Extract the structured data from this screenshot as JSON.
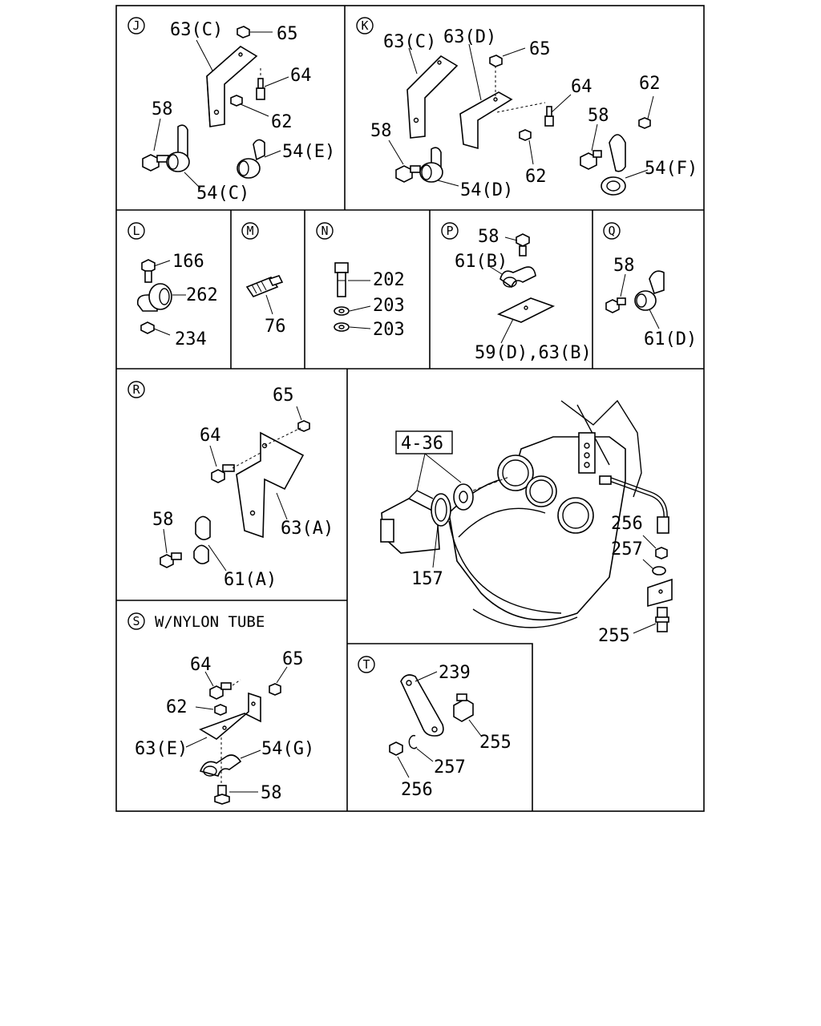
{
  "panels": {
    "J": {
      "letter": "J",
      "labels": {
        "l63c": "63(C)",
        "l65": "65",
        "l64": "64",
        "l62": "62",
        "l58": "58",
        "l54e": "54(E)",
        "l54c": "54(C)"
      }
    },
    "K": {
      "letter": "K",
      "labels": {
        "l63c": "63(C)",
        "l63d": "63(D)",
        "l65": "65",
        "l64": "64",
        "l62a": "62",
        "l58a": "58",
        "l58b": "58",
        "l62b": "62",
        "l54d": "54(D)",
        "l54f": "54(F)"
      }
    },
    "L": {
      "letter": "L",
      "labels": {
        "l166": "166",
        "l262": "262",
        "l234": "234"
      }
    },
    "M": {
      "letter": "M",
      "labels": {
        "l76": "76"
      }
    },
    "N": {
      "letter": "N",
      "labels": {
        "l202": "202",
        "l203a": "203",
        "l203b": "203"
      }
    },
    "P": {
      "letter": "P",
      "labels": {
        "l58": "58",
        "l61b": "61(B)",
        "l59d": "59(D),63(B)"
      }
    },
    "Q": {
      "letter": "Q",
      "labels": {
        "l58": "58",
        "l61d": "61(D)"
      }
    },
    "R": {
      "letter": "R",
      "labels": {
        "l65": "65",
        "l64": "64",
        "l58": "58",
        "l63a": "63(A)",
        "l61a": "61(A)"
      }
    },
    "S": {
      "letter": "S",
      "title": "W/NYLON TUBE",
      "labels": {
        "l64": "64",
        "l65": "65",
        "l62": "62",
        "l63e": "63(E)",
        "l54g": "54(G)",
        "l58": "58"
      }
    },
    "T": {
      "letter": "T",
      "labels": {
        "l239": "239",
        "l255": "255",
        "l257": "257",
        "l256": "256"
      }
    },
    "main": {
      "labels": {
        "ref": "4-36",
        "l157": "157",
        "l256": "256",
        "l257": "257",
        "l255": "255"
      }
    }
  }
}
